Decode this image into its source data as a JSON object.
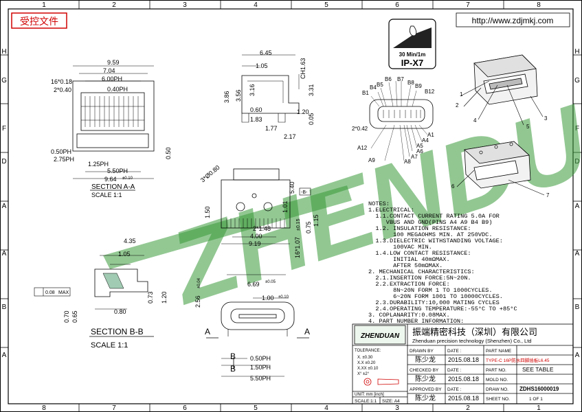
{
  "stamp": "受控文件",
  "website": "http://www.zdjmkj.com",
  "frame": {
    "top_cols": [
      "1",
      "2",
      "3",
      "4",
      "5",
      "6",
      "7",
      "8"
    ],
    "bottom_cols": [
      "8",
      "7",
      "6",
      "5",
      "4",
      "3",
      "2",
      "1"
    ],
    "rows": [
      "H",
      "G",
      "F",
      "D",
      "A",
      "A",
      "B",
      "A"
    ]
  },
  "ip_badge": {
    "depth": "30 Min/1m",
    "rating": "IP-X7"
  },
  "watermark": "ZHENDUAN",
  "section_a": {
    "title": "SECTION A-A",
    "scale": "SCALE 1:1",
    "dims": [
      "9.59",
      "7.04",
      "6.00PH",
      "0.40PH",
      "16*0.18",
      "2*0.40",
      "0.50PH",
      "2.75PH",
      "1.25PH",
      "5.50PH",
      "9.64",
      "0.50",
      "±0.10"
    ]
  },
  "side_view": {
    "dims": [
      "6.45",
      "1.05",
      "3.86",
      "3.56",
      "3.16",
      "CH1.63",
      "3.31",
      "0.60",
      "1.83",
      "1.77",
      "2.17",
      "1.20",
      "0.05",
      "±0.10"
    ]
  },
  "top_view": {
    "dims": [
      "3*Ø0.80",
      "5.40",
      "1.50",
      "1.15",
      "0.75",
      "1.01",
      "2*1.48",
      "4.00",
      "9.19",
      "16*1.07",
      "±0.15",
      "-B-"
    ]
  },
  "section_b": {
    "title": "SECTION B-B",
    "scale": "SCALE 1:1",
    "dims": [
      "4.35",
      "1.05",
      "0.80",
      "0.70",
      "0.65",
      "0.73",
      "1.20"
    ],
    "tolerance_box": [
      "0.08",
      "MAX"
    ]
  },
  "front_view": {
    "dims": [
      "6.69",
      "±0.05",
      "2.56",
      "±0.04",
      "1.00",
      "±0.10",
      "0.50PH",
      "1.50PH",
      "5.50PH"
    ],
    "labels": [
      "A",
      "A",
      "B",
      "B"
    ]
  },
  "pins": {
    "top": [
      "B6",
      "B7",
      "B8",
      "B5",
      "B9",
      "B4",
      "B12",
      "B1"
    ],
    "bottom": [
      "A1",
      "A4",
      "A5",
      "A6",
      "A7",
      "A8",
      "A9",
      "A12"
    ],
    "pitch": "2*0.42"
  },
  "callouts": [
    "1",
    "2",
    "3",
    "4",
    "5",
    "6",
    "7"
  ],
  "notes": [
    "NOTES:",
    "1.ELECTRICAL:",
    "  1.1.CONTACT CURRENT RATING 5.0A FOR",
    "     VBUS AND GND(PINS A4 A9 B4 B9)",
    "  1.2. INSULATION RESISTANCE:",
    "       100 MEGAOHMS MIN. AT 250VDC.",
    "  1.3.DIELECTRIC WITHSTANDING VOLTAGE:",
    "       100VAC MIN.",
    "  1.4.LOW CONTACT RESISTANCE:",
    "       INITIAL 40mΩMAX.",
    "       AFTER 50mΩMAX.",
    "2. MECHANICAL CHARACTERISTICS:",
    "  2.1.INSERTION FORCE:5N~20N.",
    "  2.2.EXTRACTION FORCE:",
    "       8N~20N FORM 1 TO 1000CYCLES.",
    "       6~20N FORM 1001 TO 10000CYCLES.",
    "  2.3.DURABILITY:10,000 MATING CYCLES",
    "  2.4.OPERATING TEMPERATURE:-55°C TO +85°C",
    "3. COPLANARITY:0.08MAX.",
    "4. PART NUMBER INFORMATION:"
  ],
  "title_block": {
    "company_cn": "振端精密科技（深圳）有限公司",
    "company_en": "Zhenduan precision technology (Shenzhen) Co., Ltd",
    "logo": "ZHENDUAN",
    "tolerance_label": "TOLERANCE:",
    "tolerance_rows": [
      "X.  ±0.30",
      "X.X  ±0.20",
      "X.XX  ±0.10",
      "X°  ±2°"
    ],
    "drawn_by_label": "DRAWN BY",
    "checked_by_label": "CHECKED BY",
    "approved_by_label": "APPROVED BY",
    "name": "陈少龙",
    "date_label": "DATE :",
    "date": "2015.08.18",
    "part_name_label": "PART NAME",
    "part_name": "TYPE-C 16P防水四脚插板L6.45",
    "part_no_label": "PART NO.",
    "part_no": "SEE TABLE",
    "mold_no_label": "MOLD NO.",
    "draw_no_label": "DRAW NO.",
    "draw_no": "ZDHS16000019",
    "sheet_no_label": "SHEET NO.",
    "sheet_no": "1 OF 1",
    "unit": "UNIT: mm [inch]",
    "scale": "SCALE:1:1",
    "size": "SIZE: A4"
  }
}
